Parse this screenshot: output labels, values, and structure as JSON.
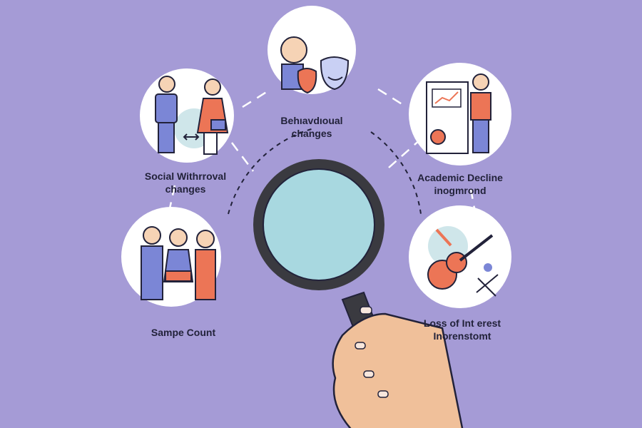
{
  "nodes": [
    {
      "id": "behavioural",
      "label_line1": "Behıavdıoual",
      "label_line2": "changes",
      "icon": "masks-icon"
    },
    {
      "id": "social",
      "label_line1": "Social Withrroval",
      "label_line2": "changes",
      "icon": "people-interaction-icon"
    },
    {
      "id": "academic",
      "label_line1": "Academic Decline",
      "label_line2": "inogmrond",
      "icon": "report-chart-icon"
    },
    {
      "id": "sample",
      "label_line1": "Sampe Count",
      "label_line2": "",
      "icon": "family-group-icon"
    },
    {
      "id": "interest",
      "label_line1": "Loss of Int erest",
      "label_line2": "Inorenstomt",
      "icon": "guitar-icon"
    }
  ],
  "center": {
    "icon": "magnifying-glass-icon"
  },
  "colors": {
    "background": "#a59bd6",
    "blue": "#7b86d6",
    "orange": "#ec7556",
    "teal": "#cfe6ea",
    "outline": "#22223a"
  }
}
